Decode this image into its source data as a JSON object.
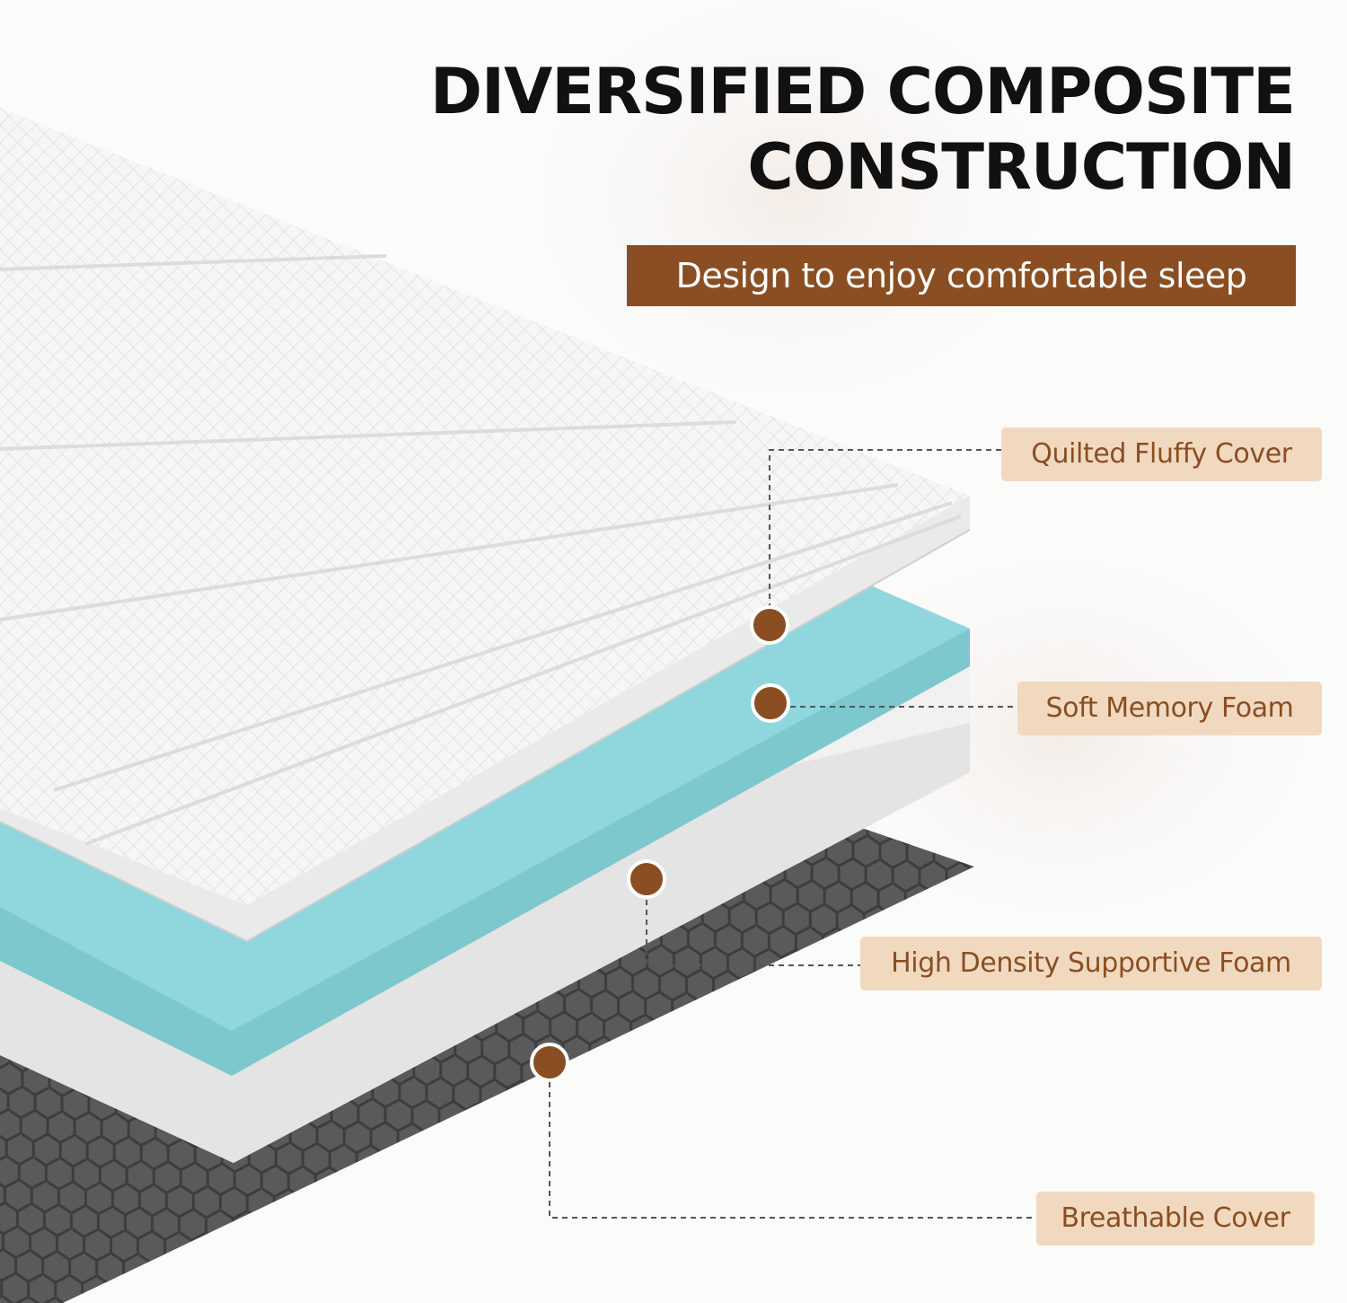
{
  "header": {
    "title_line1": "DIVERSIFIED COMPOSITE",
    "title_line2": "CONSTRUCTION",
    "subtitle": "Design to enjoy comfortable sleep"
  },
  "layers": [
    {
      "label": "Quilted Fluffy Cover"
    },
    {
      "label": "Soft Memory Foam"
    },
    {
      "label": "High Density Supportive Foam"
    },
    {
      "label": "Breathable Cover"
    }
  ],
  "colors": {
    "accent_brown": "#8a4e22",
    "callout_bg": "#f1d9c0",
    "memory_foam": "#8fd7dc",
    "base_cover": "#5e5e60",
    "headline": "#111111"
  }
}
